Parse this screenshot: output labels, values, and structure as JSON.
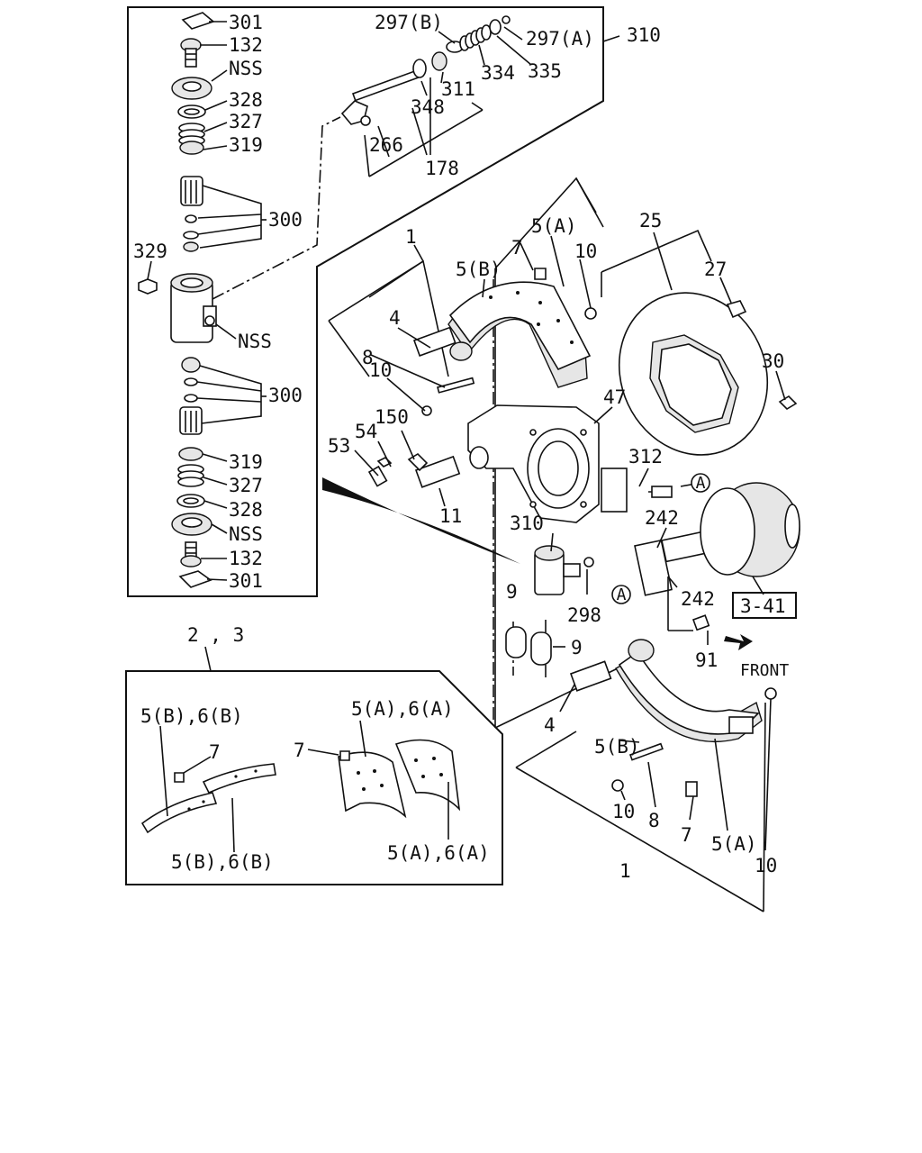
{
  "labels": {
    "l301a": "301",
    "l132a": "132",
    "lNSSa": "NSS",
    "l328a": "328",
    "l327a": "327",
    "l319a": "319",
    "l300a": "300",
    "l329": "329",
    "lNSSb": "NSS",
    "l300b": "300",
    "l319b": "319",
    "l327b": "327",
    "l328b": "328",
    "lNSSc": "NSS",
    "l132b": "132",
    "l301b": "301",
    "l297b": "297(B)",
    "l297a": "297(A)",
    "l310top": "310",
    "l334": "334",
    "l335": "335",
    "l311": "311",
    "l348": "348",
    "l266": "266",
    "l178": "178",
    "l1top": "1",
    "l7top": "7",
    "l5atop": "5(A)",
    "l10top": "10",
    "l5btop": "5(B)",
    "l4top": "4",
    "l8top": "8",
    "l10mid": "10",
    "l25": "25",
    "l27": "27",
    "l30": "30",
    "l47": "47",
    "l150": "150",
    "l54": "54",
    "l53": "53",
    "l11": "11",
    "l312": "312",
    "l242a": "242",
    "l242b": "242",
    "lref": "3-41",
    "l310mid": "310",
    "l298": "298",
    "l9a": "9",
    "l9b": "9",
    "l91": "91",
    "lfront": "FRONT",
    "l23": "2 , 3",
    "l5b6b_a": "5(B),6(B)",
    "l7a": "7",
    "l7b": "7",
    "l5a6a_a": "5(A),6(A)",
    "l5b6b_b": "5(B),6(B)",
    "l5a6a_b": "5(A),6(A)",
    "l4bot": "4",
    "l5bbot": "5(B)",
    "l10bot": "10",
    "l8bot": "8",
    "l7bot": "7",
    "l5abot": "5(A)",
    "l10bot2": "10",
    "l1bot": "1",
    "circleA1": "A",
    "circleA2": "A"
  }
}
